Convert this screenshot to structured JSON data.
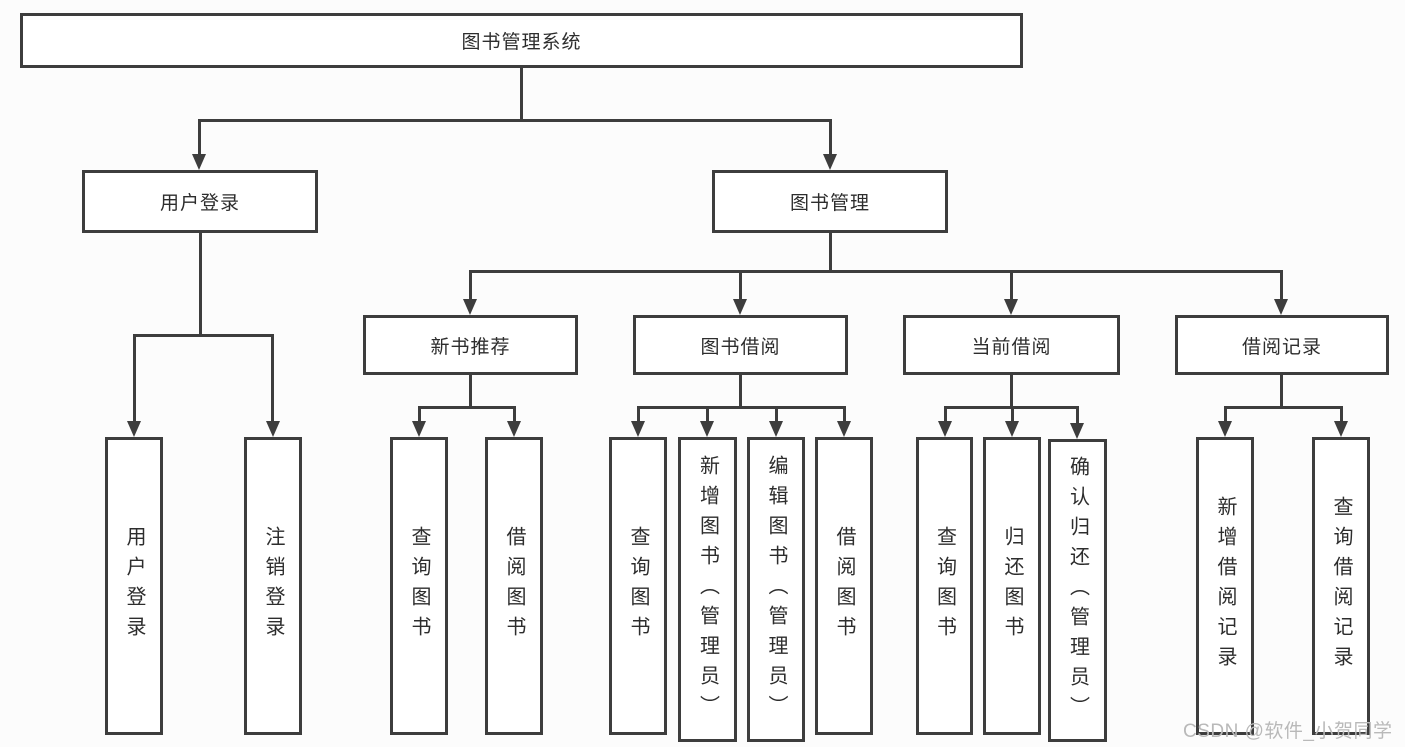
{
  "diagram": {
    "type": "hierarchy-tree",
    "colors": {
      "line": "#3d3d3d",
      "box_border": "#3d3d3d",
      "box_fill": "#ffffff",
      "text": "#2d2d2d",
      "watermark": "#b9b9b9",
      "background": "#fcfcfc"
    }
  },
  "tree": {
    "root": {
      "label": "图书管理系统",
      "children": [
        {
          "label": "用户登录",
          "children": [
            {
              "label": "用户登录"
            },
            {
              "label": "注销登录"
            }
          ]
        },
        {
          "label": "图书管理",
          "children": [
            {
              "label": "新书推荐",
              "children": [
                {
                  "label": "查询图书"
                },
                {
                  "label": "借阅图书"
                }
              ]
            },
            {
              "label": "图书借阅",
              "children": [
                {
                  "label": "查询图书"
                },
                {
                  "label": "新增图书（管理员）"
                },
                {
                  "label": "编辑图书（管理员）"
                },
                {
                  "label": "借阅图书"
                }
              ]
            },
            {
              "label": "当前借阅",
              "children": [
                {
                  "label": "查询图书"
                },
                {
                  "label": "归还图书"
                },
                {
                  "label": "确认归还（管理员）"
                }
              ]
            },
            {
              "label": "借阅记录",
              "children": [
                {
                  "label": "新增借阅记录"
                },
                {
                  "label": "查询借阅记录"
                }
              ]
            }
          ]
        }
      ]
    }
  },
  "watermark": {
    "text": "CSDN @软件_小贺同学"
  }
}
